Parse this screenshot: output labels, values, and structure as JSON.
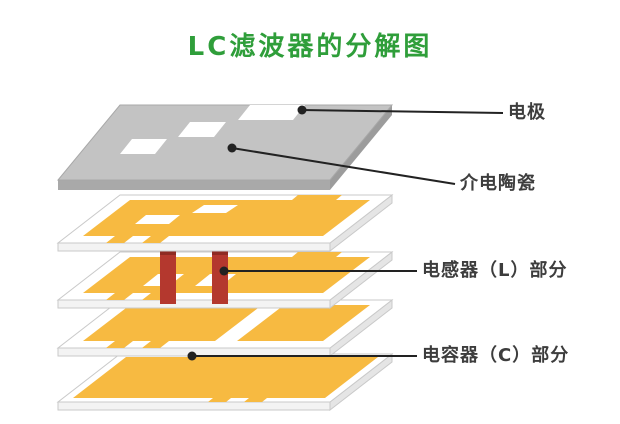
{
  "title": "LC滤波器的分解图",
  "callouts": [
    {
      "id": "electrode",
      "text": "电极"
    },
    {
      "id": "dielectric-ceramic",
      "text": "介电陶瓷"
    },
    {
      "id": "inductor",
      "text": "电感器（L）部分"
    },
    {
      "id": "capacitor",
      "text": "电容器（C）部分"
    }
  ],
  "colors": {
    "title_green": "#2f9e3a",
    "label_text": "#3d3d3d",
    "leader_line": "#222222",
    "electrode_gray": "#c3c3c3",
    "electrode_gray_front": "#a9a9a9",
    "electrode_gray_side": "#9c9c9c",
    "plate_white": "#ffffff",
    "plate_edge": "#c9c9c9",
    "pattern_orange": "#f7ba41",
    "via_red": "#b4382e",
    "via_red_dark": "#8f2b23"
  }
}
